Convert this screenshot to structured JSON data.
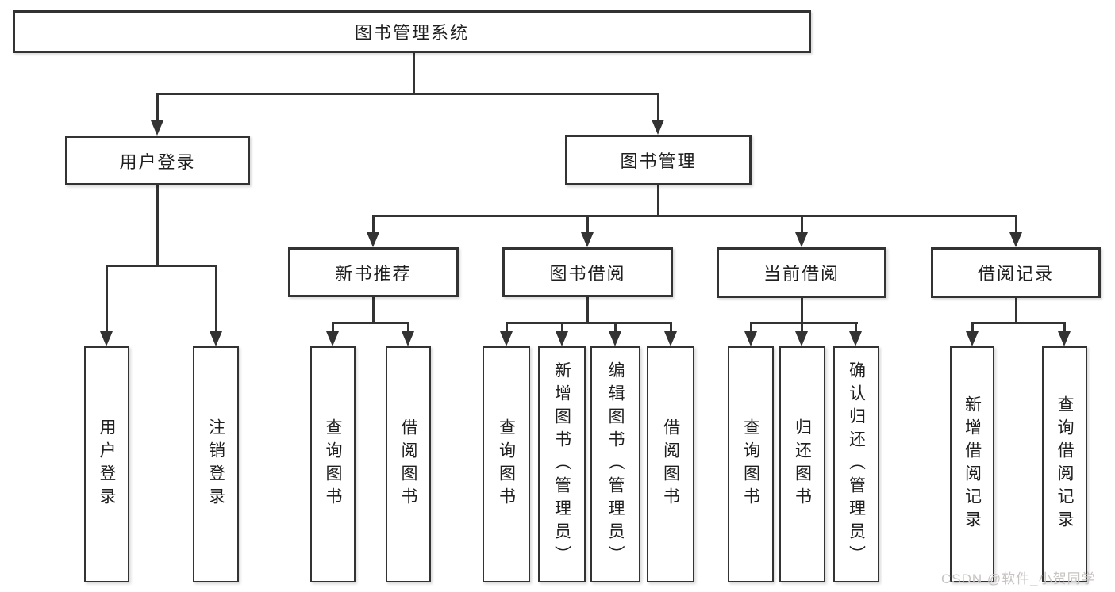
{
  "colors": {
    "line": "#333333",
    "text": "#1f1f1f",
    "box-bg": "#ffffff",
    "canvas-bg": "#ffffff",
    "watermark": "#c8c3c3"
  },
  "diagram": {
    "root": "图书管理系统",
    "level1": [
      {
        "label": "用户登录",
        "children": [
          "用户登录",
          "注销登录"
        ]
      },
      {
        "label": "图书管理"
      }
    ],
    "level2": [
      {
        "label": "新书推荐",
        "children": [
          "查询图书",
          "借阅图书"
        ]
      },
      {
        "label": "图书借阅",
        "children": [
          "查询图书",
          "新增图书（管理员）",
          "编辑图书（管理员）",
          "借阅图书"
        ]
      },
      {
        "label": "当前借阅",
        "children": [
          "查询图书",
          "归还图书",
          "确认归还（管理员）"
        ]
      },
      {
        "label": "借阅记录",
        "children": [
          "新增借阅记录",
          "查询借阅记录"
        ]
      }
    ]
  },
  "watermark": {
    "text": "CSDN @软件_小贺同学"
  }
}
